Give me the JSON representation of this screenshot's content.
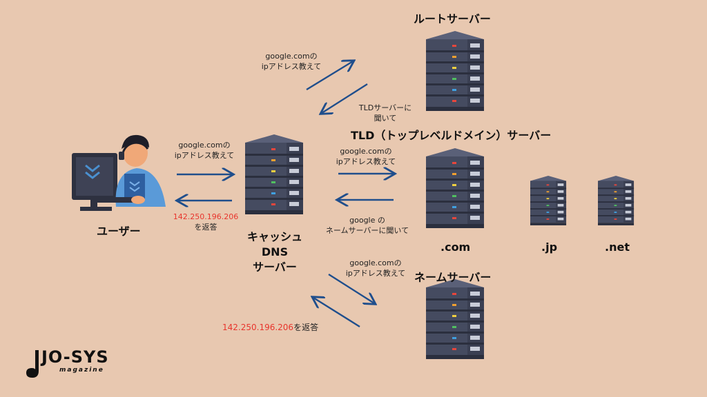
{
  "titles": {
    "root": "ルートサーバー",
    "tld": "TLD（トップレベルドメイン）サーバー",
    "name": "ネームサーバー",
    "user": "ユーザー",
    "cache_line1": "キャッシュ",
    "cache_line2": "DNS",
    "cache_line3": "サーバー",
    "com": ".com",
    "jp": ".jp",
    "net": ".net"
  },
  "messages": {
    "user_ask_l1": "google.comの",
    "user_ask_l2": "ipアドレス教えて",
    "user_reply_ip": "142.250.196.206",
    "user_reply_suffix": "を返答",
    "root_ask_l1": "google.comの",
    "root_ask_l2": "ipアドレス教えて",
    "root_reply_l1": "TLDサーバーに",
    "root_reply_l2": "聞いて",
    "tld_ask_l1": "google.comの",
    "tld_ask_l2": "ipアドレス教えて",
    "tld_reply_l1": "google の",
    "tld_reply_l2": "ネームサーバーに聞いて",
    "ns_ask_l1": "google.comの",
    "ns_ask_l2": "ipアドレス教えて",
    "ns_reply_ip": "142.250.196.206",
    "ns_reply_suffix": "を返答"
  },
  "logo": {
    "main": "JO-SYS",
    "sub": "magazine"
  },
  "colors": {
    "background": "#e8c8b0",
    "arrow": "#1f4e8c",
    "ip_highlight": "#e8342c",
    "server_body": "#3d4358"
  }
}
